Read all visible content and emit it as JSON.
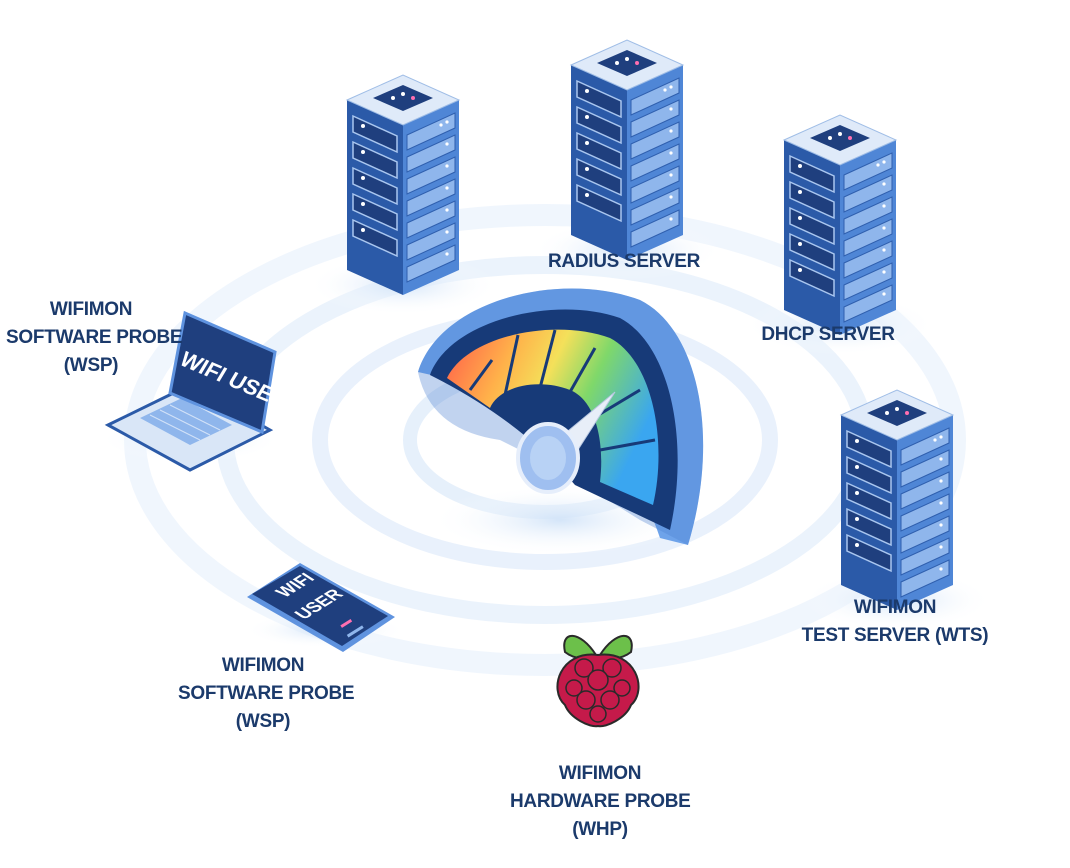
{
  "diagram": {
    "nodes": {
      "radius": {
        "lines": [
          "RADIUS SERVER"
        ],
        "icon": "server-rack-icon"
      },
      "dhcp": {
        "lines": [
          "DHCP SERVER"
        ],
        "icon": "server-rack-icon"
      },
      "wts": {
        "lines": [
          "WIFIMON",
          "TEST SERVER (WTS)"
        ],
        "icon": "server-rack-icon"
      },
      "whp": {
        "lines": [
          "WIFIMON",
          "HARDWARE PROBE",
          "(WHP)"
        ],
        "icon": "raspberry-pi-icon"
      },
      "wsp_phone": {
        "lines": [
          "WIFIMON",
          "SOFTWARE PROBE",
          "(WSP)"
        ],
        "icon": "smartphone-icon",
        "screen_text": [
          "WIFI",
          "USER"
        ]
      },
      "wsp_laptop": {
        "lines": [
          "WIFIMON",
          "SOFTWARE PROBE",
          "(WSP)"
        ],
        "icon": "laptop-icon",
        "screen_text": [
          "WIFI USER"
        ]
      },
      "unlabeled_server": {
        "icon": "server-rack-icon"
      }
    },
    "center": {
      "icon": "speedometer-gauge-icon"
    }
  },
  "colors": {
    "label": "#1b3a6b",
    "server_side": "#2b5aa8",
    "server_front": "#4f86d6",
    "ring": "#dceaf9"
  }
}
